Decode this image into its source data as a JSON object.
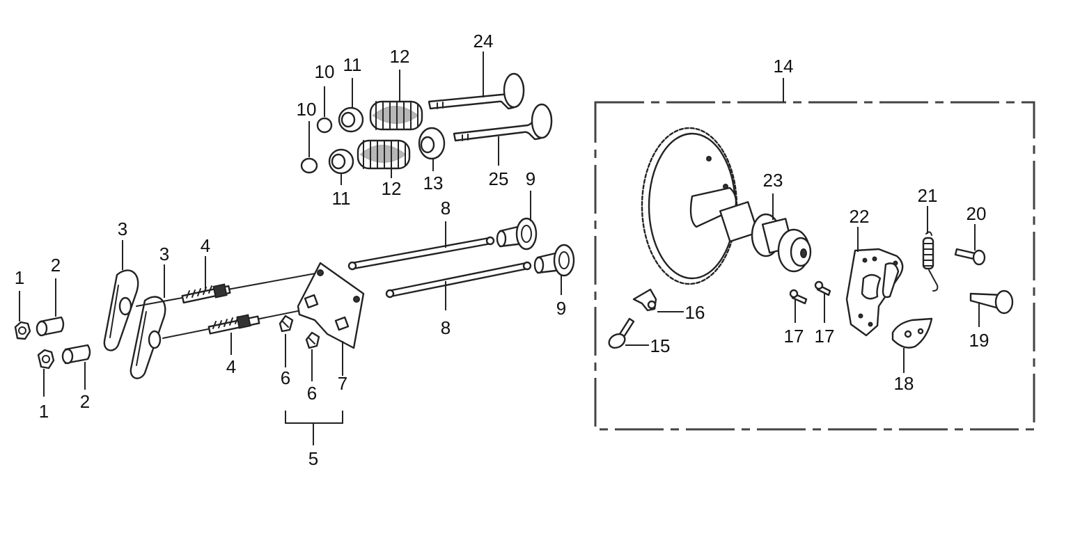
{
  "callouts": {
    "c1a": "1",
    "c1b": "1",
    "c2a": "2",
    "c2b": "2",
    "c3a": "3",
    "c3b": "3",
    "c4a": "4",
    "c4b": "4",
    "c5": "5",
    "c6a": "6",
    "c6b": "6",
    "c7": "7",
    "c8a": "8",
    "c8b": "8",
    "c9a": "9",
    "c9b": "9",
    "c10a": "10",
    "c10b": "10",
    "c11a": "11",
    "c11b": "11",
    "c12a": "12",
    "c12b": "12",
    "c13": "13",
    "c14": "14",
    "c15": "15",
    "c16": "16",
    "c17a": "17",
    "c17b": "17",
    "c18": "18",
    "c19": "19",
    "c20": "20",
    "c21": "21",
    "c22": "22",
    "c23": "23",
    "c24": "24",
    "c25": "25"
  }
}
